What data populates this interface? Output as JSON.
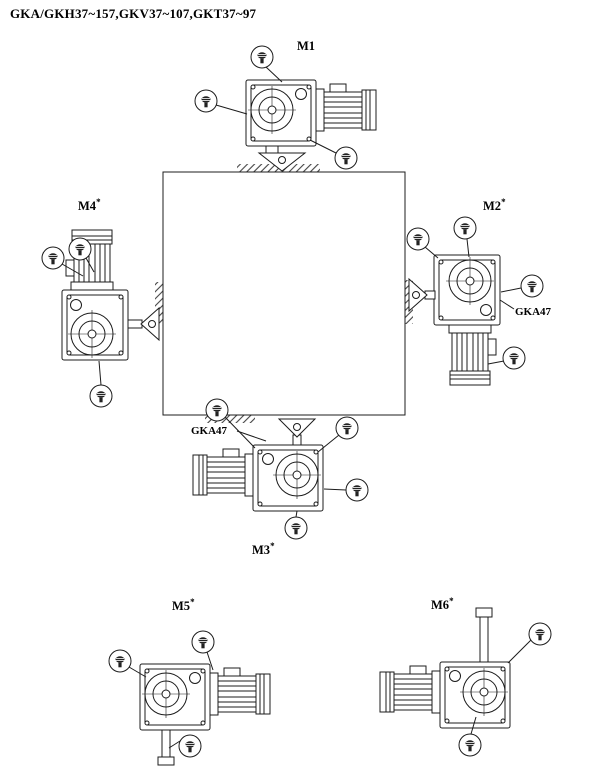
{
  "title": "GKA/GKH37~157,GKV37~107,GKT37~97",
  "positions": {
    "m1": {
      "label": "M1",
      "mark": ""
    },
    "m2": {
      "label": "M2",
      "mark": "*"
    },
    "m3": {
      "label": "M3",
      "mark": "*"
    },
    "m4": {
      "label": "M4",
      "mark": "*"
    },
    "m5": {
      "label": "M5",
      "mark": "*"
    },
    "m6": {
      "label": "M6",
      "mark": "*"
    }
  },
  "annotations": {
    "gka47_right": "GKA47",
    "gka47_bottom": "GKA47"
  },
  "icons": {
    "plug_callout": "oil-plug-symbol"
  },
  "colors": {
    "line": "#1c1c1c",
    "background": "#ffffff"
  }
}
